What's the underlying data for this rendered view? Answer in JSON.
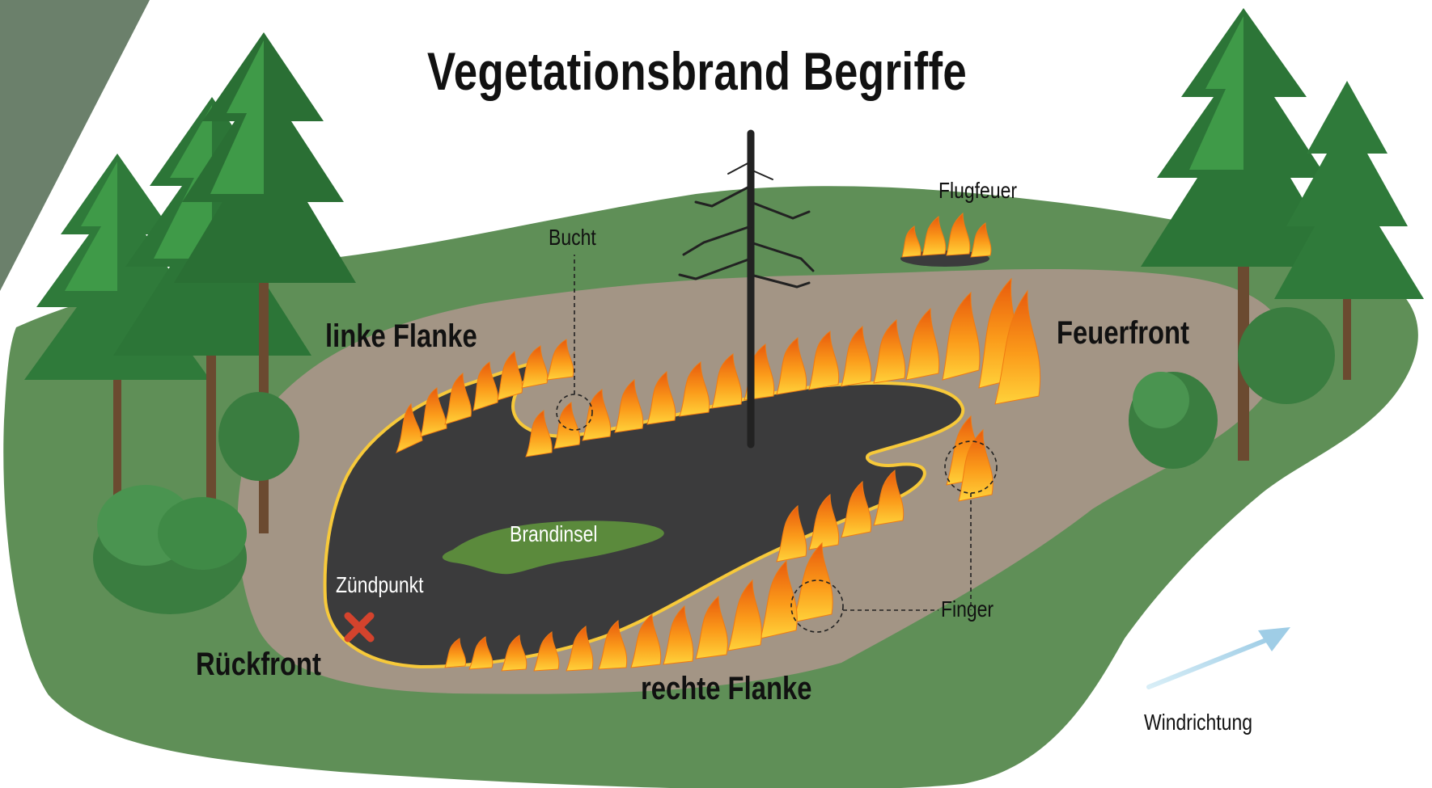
{
  "title": "Vegetationsbrand Begriffe",
  "labels": {
    "linke_flanke": "linke Flanke",
    "feuerfront": "Feuerfront",
    "rueckfront": "Rückfront",
    "rechte_flanke": "rechte Flanke",
    "bucht": "Bucht",
    "flugfeuer": "Flugfeuer",
    "brandinsel": "Brandinsel",
    "zuendpunkt": "Zündpunkt",
    "finger": "Finger",
    "windrichtung": "Windrichtung"
  },
  "colors": {
    "outer_green": "#5f8f57",
    "corner_band": "#6b806b",
    "dirt": "#a39585",
    "burned": "#3b3b3c",
    "flame_outer": "#f07a12",
    "flame_inner": "#ffd23a",
    "ignition_mark": "#d4432d",
    "wind_arrow": "#b8dcee",
    "island": "#5b8a3c"
  },
  "icons": [
    "tree-icon",
    "flame-icon",
    "ignition-x-icon",
    "wind-arrow-icon"
  ]
}
